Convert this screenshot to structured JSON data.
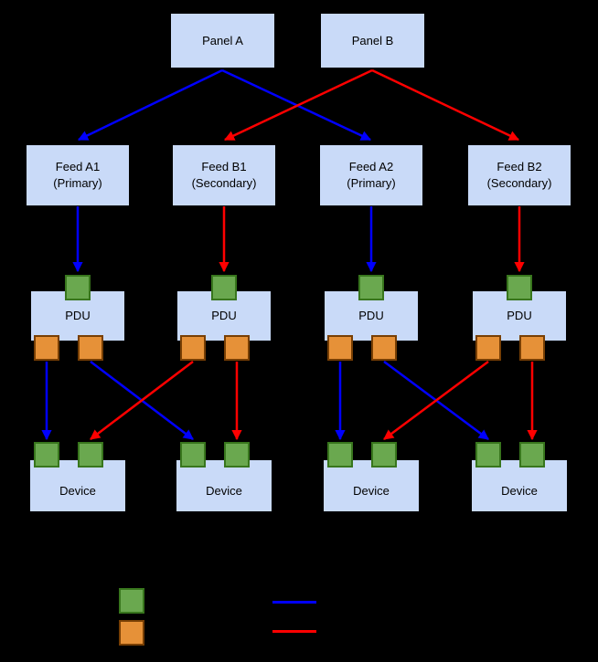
{
  "diagram": {
    "panels": [
      {
        "label": "Panel A"
      },
      {
        "label": "Panel B"
      }
    ],
    "feeds": [
      {
        "name": "Feed A1",
        "qualifier": "(Primary)"
      },
      {
        "name": "Feed B1",
        "qualifier": "(Secondary)"
      },
      {
        "name": "Feed A2",
        "qualifier": "(Primary)"
      },
      {
        "name": "Feed B2",
        "qualifier": "(Secondary)"
      }
    ],
    "pdus": [
      {
        "label": "PDU"
      },
      {
        "label": "PDU"
      },
      {
        "label": "PDU"
      },
      {
        "label": "PDU"
      }
    ],
    "devices": [
      {
        "label": "Device"
      },
      {
        "label": "Device"
      },
      {
        "label": "Device"
      },
      {
        "label": "Device"
      }
    ],
    "legend": {
      "swatches": [
        {
          "icon": "input-port-swatch",
          "color": "#6aa84f"
        },
        {
          "icon": "output-port-swatch",
          "color": "#e69138"
        },
        {
          "icon": "primary-line-swatch",
          "color": "#0000ff"
        },
        {
          "icon": "secondary-line-swatch",
          "color": "#ff0000"
        }
      ]
    },
    "colors": {
      "background": "#000000",
      "box_fill": "#c9daf8",
      "box_border": "#000000",
      "input_port": "#6aa84f",
      "input_port_border": "#38761d",
      "output_port": "#e69138",
      "output_port_border": "#783f04",
      "primary_line": "#0000ff",
      "secondary_line": "#ff0000"
    }
  }
}
